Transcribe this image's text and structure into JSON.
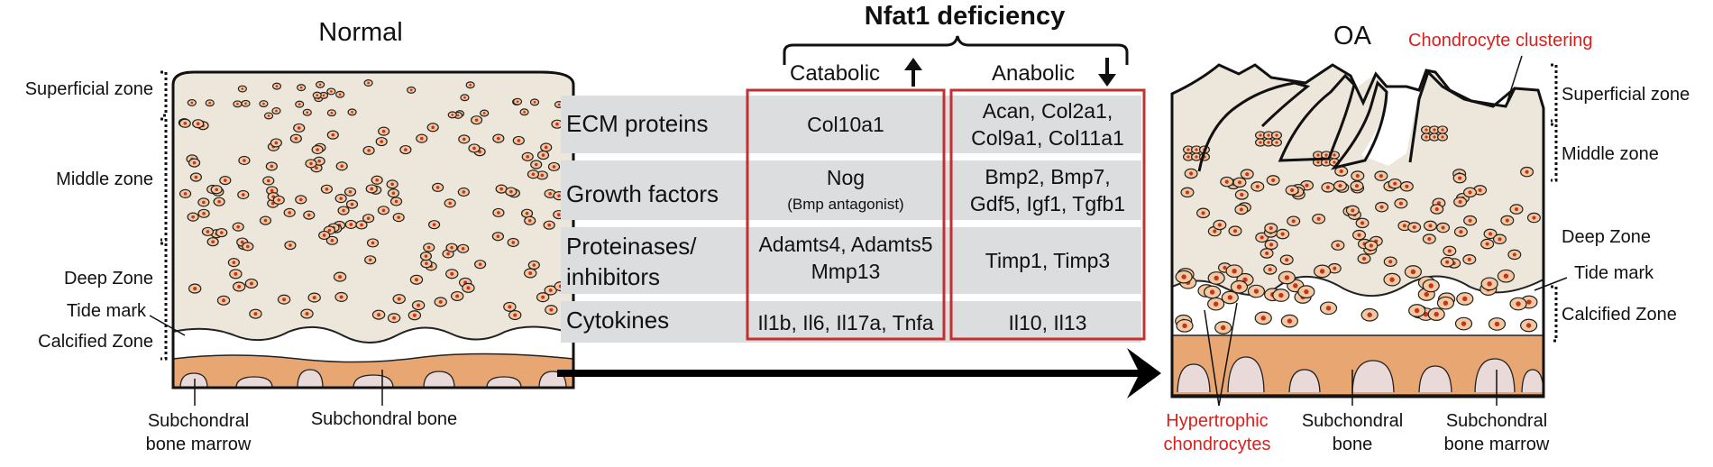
{
  "normal": {
    "title": "Normal",
    "zones": [
      "Superficial zone",
      "Middle zone",
      "Deep Zone",
      "Tide mark",
      "Calcified Zone"
    ],
    "bottom_labels": [
      "Subchondral\nbone marrow",
      "Subchondral bone"
    ]
  },
  "oa": {
    "title": "OA",
    "top_label": "Chondrocyte clustering",
    "zones": [
      "Superficial zone",
      "Middle zone",
      "Deep Zone",
      "Tide mark",
      "Calcified Zone"
    ],
    "bottom_labels": [
      "Hypertrophic\nchondrocytes",
      "Subchondral\nbone",
      "Subchondral\nbone marrow"
    ]
  },
  "center": {
    "title": "Nfat1 deficiency",
    "catabolic": "Catabolic",
    "anabolic": "Anabolic",
    "rows": [
      {
        "label": "ECM proteins",
        "catabolic": "Col10a1",
        "catabolic_note": "",
        "anabolic": "Acan, Col2a1,\nCol9a1, Col11a1"
      },
      {
        "label": "Growth factors",
        "catabolic": "Nog",
        "catabolic_note": "(Bmp antagonist)",
        "anabolic": "Bmp2, Bmp7,\nGdf5, Igf1, Tgfb1"
      },
      {
        "label": "Proteinases/\ninhibitors",
        "catabolic": "Adamts4, Adamts5\nMmp13",
        "catabolic_note": "",
        "anabolic": "Timp1, Timp3"
      },
      {
        "label": "Cytokines",
        "catabolic": "Il1b, Il6, Il17a, Tnfa",
        "catabolic_note": "",
        "anabolic": "Il10, Il13"
      }
    ]
  },
  "colors": {
    "cartilage": "#ede6da",
    "bone": "#e8a772",
    "marrow": "#ead9d9",
    "cell_fill": "#f2c9a0",
    "nucleus": "#c8321e",
    "table_row": "#dcdddf",
    "box": "#c33030",
    "highlight": "#d9201c"
  },
  "icons": [
    "up-arrow-icon",
    "down-arrow-icon",
    "progression-arrow-icon"
  ]
}
